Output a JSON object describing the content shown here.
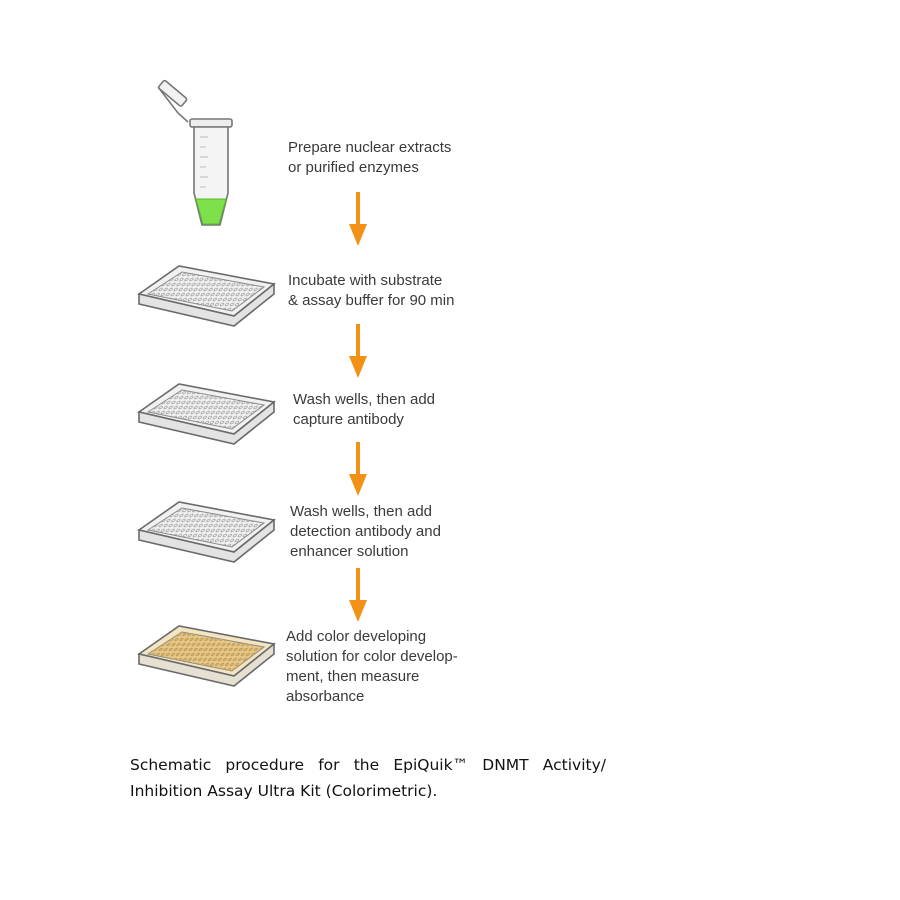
{
  "steps": [
    {
      "lines": [
        "Prepare nuclear extracts",
        "or purified enzymes"
      ],
      "icon": "microtube-icon"
    },
    {
      "lines": [
        "Incubate with substrate",
        "& assay buffer for 90 min"
      ],
      "icon": "microplate-icon"
    },
    {
      "lines": [
        "Wash wells, then add",
        "capture antibody"
      ],
      "icon": "microplate-icon"
    },
    {
      "lines": [
        "Wash wells, then add",
        "detection antibody and",
        "enhancer solution"
      ],
      "icon": "microplate-icon"
    },
    {
      "lines": [
        "Add color developing",
        "solution for color develop-",
        "ment, then measure",
        "absorbance"
      ],
      "icon": "colored-microplate-icon"
    }
  ],
  "caption": {
    "line1": "Schematic procedure for the EpiQuik™ DNMT Activity/",
    "line2": "Inhibition Assay Ultra Kit (Colorimetric)."
  },
  "colors": {
    "arrow": "#f29116",
    "tube_liquid": "#7ee04a",
    "plate_outline": "#6a6a6a",
    "plate_color_wells": "#e8c98a",
    "text": "#3a3a3a"
  }
}
